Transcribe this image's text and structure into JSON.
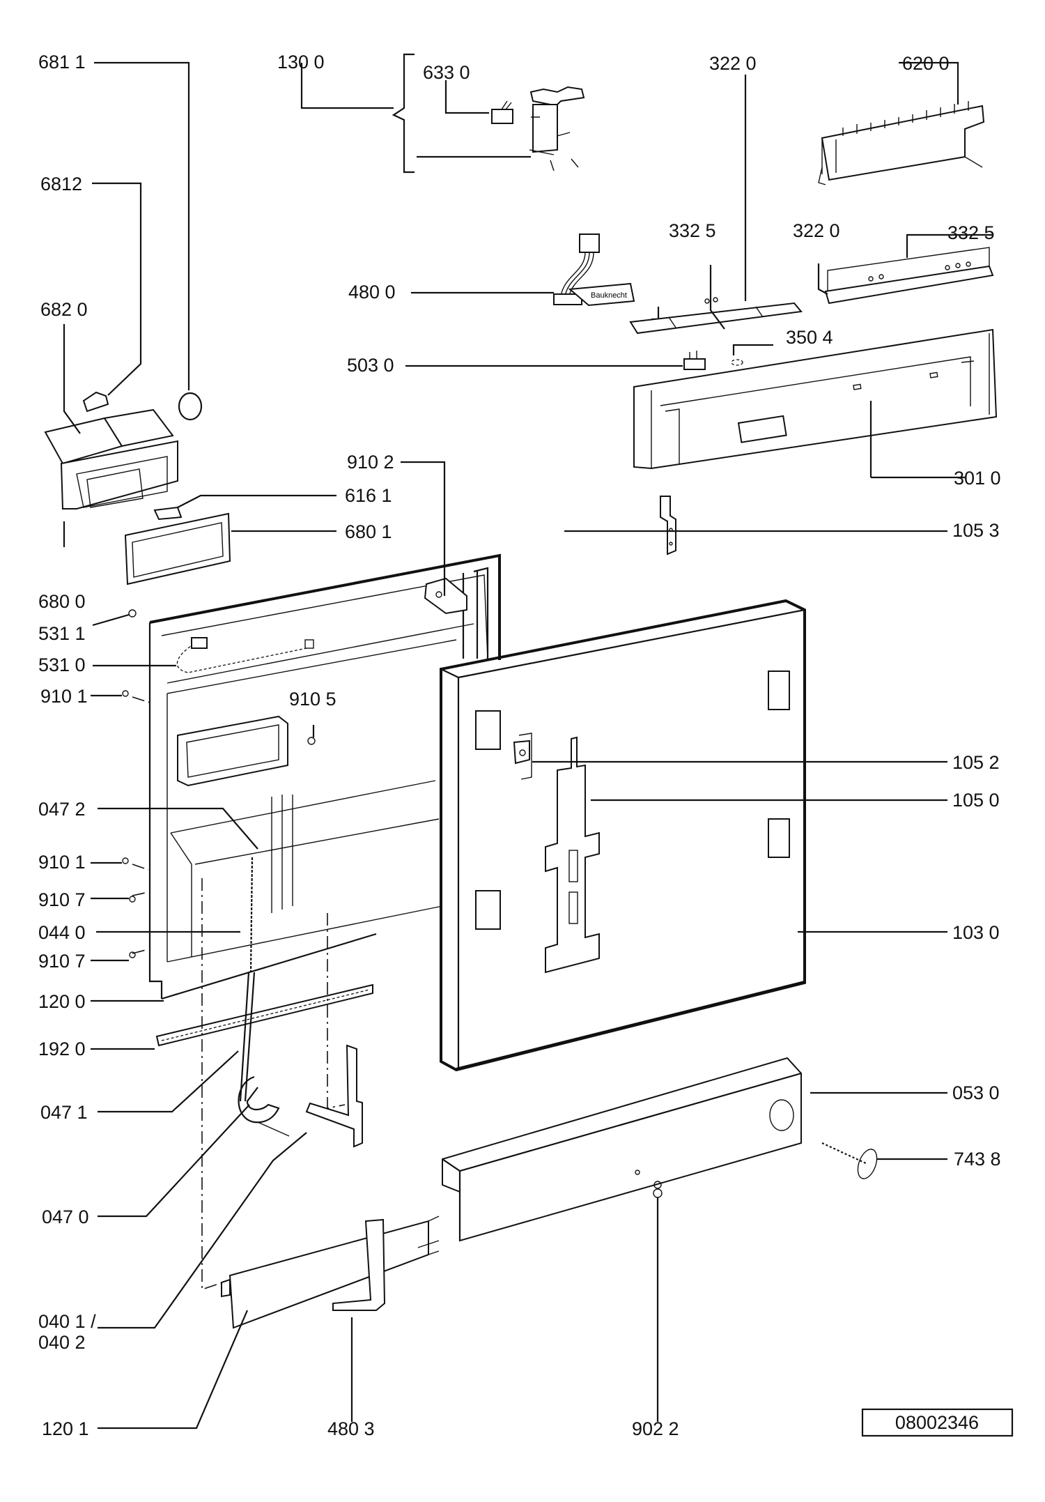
{
  "document_number": "08002346",
  "labels": {
    "l6811": "681 1",
    "l1300": "130 0",
    "l6330": "633 0",
    "l3220a": "322 0",
    "l6200": "620 0",
    "l6812": "6812",
    "l3325a": "332 5",
    "l3220b": "322  0",
    "l3325b": "332  5",
    "l4800": "480 0",
    "l6820": "682 0",
    "l5030": "503  0",
    "l3504": "350 4",
    "l9102": "910 2",
    "l6161": "616 1",
    "l3010": "301 0",
    "l6801": "680 1",
    "l1053": "105 3",
    "l6800": "680 0",
    "l5311": "531 1",
    "l5310": "531 0",
    "l9101a": "910 1",
    "l9105": "910 5",
    "l1052": "105 2",
    "l1050": "105 0",
    "l0472": "047 2",
    "l9101b": "910 1",
    "l9107a": "910 7",
    "l0440": "044 0",
    "l1030": "103 0",
    "l9107b": "910 7",
    "l1200": "120 0",
    "l1920": "192 0",
    "l0471": "047 1",
    "l0530": "053 0",
    "l7438": "743 8",
    "l0470": "047 0",
    "l0401": "040 1 /",
    "l0402": "040 2",
    "l1201": "120 1",
    "l4803": "480 3",
    "l9022": "902 2"
  },
  "brand_label_text": "Bauknecht"
}
